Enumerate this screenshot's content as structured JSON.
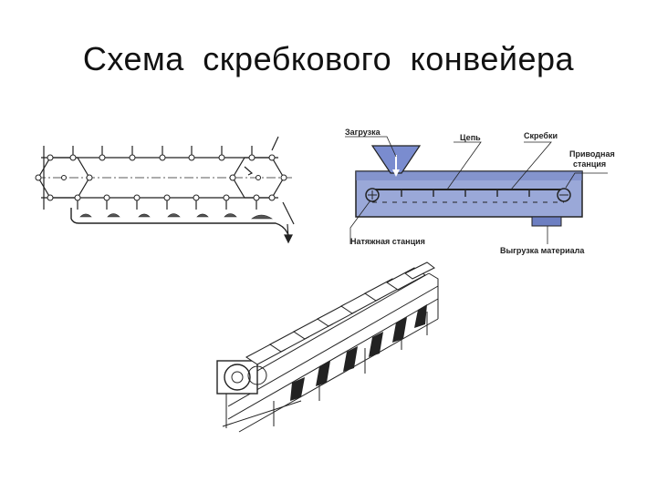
{
  "title": "Схема скребкового конвейера",
  "diagram": {
    "labels": {
      "loading": "Загрузка",
      "chain": "Цепь",
      "scrapers": "Скребки",
      "drive_station_1": "Приводная",
      "drive_station_2": "станция",
      "tension_station": "Натяжная станция",
      "unloading": "Выгрузка материала"
    },
    "colors": {
      "trough": "#9aa8d8",
      "trough_dark": "#6d7fc2",
      "hopper": "#7a8ccf",
      "line": "#222222"
    }
  }
}
